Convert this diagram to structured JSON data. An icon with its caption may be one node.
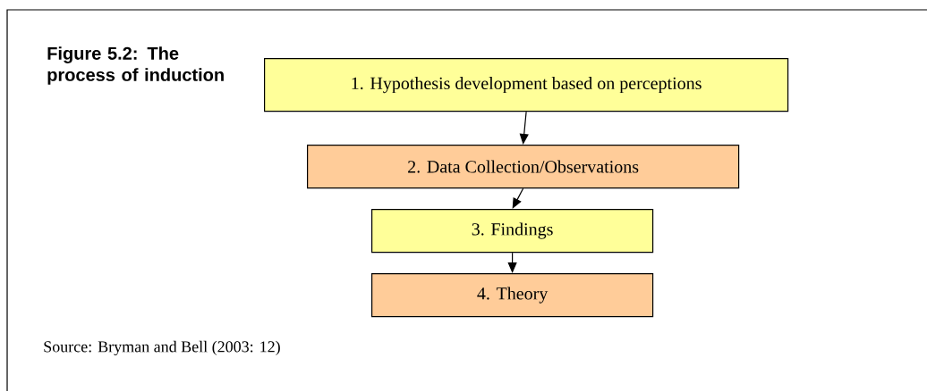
{
  "diagram": {
    "title": "Figure 5.2: The process of induction",
    "nodes": [
      {
        "text": [
          "1. Hypothesis development based on perceptions"
        ]
      },
      {
        "text": [
          "2. Data Collection/Observations"
        ]
      },
      {
        "text": [
          "3. Findings"
        ]
      },
      {
        "text": [
          "4. Theory"
        ]
      }
    ],
    "edges": [
      {
        "from": 0,
        "to": 1,
        "arrow": "to"
      },
      {
        "from": 1,
        "to": 2,
        "arrow": "to"
      },
      {
        "from": 2,
        "to": 3,
        "arrow": "to"
      }
    ],
    "labels": [
      "Source: Bryman and Bell (2003: 12)"
    ]
  }
}
